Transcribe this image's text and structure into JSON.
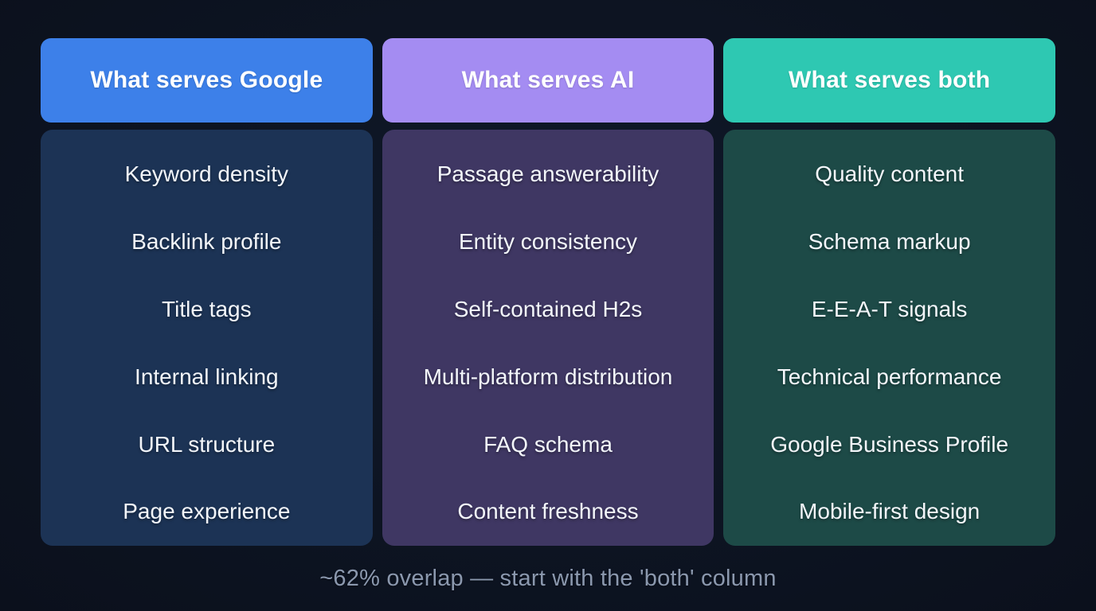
{
  "colors": {
    "background": "#0d1422",
    "header_text": "#ffffff",
    "item_text": "#f3f6fa",
    "footer_text": "#8b98ae"
  },
  "columns": [
    {
      "id": "google",
      "header": "What serves Google",
      "header_color": "#3d80e9",
      "body_color": "#1c3355",
      "items": [
        "Keyword density",
        "Backlink profile",
        "Title tags",
        "Internal linking",
        "URL structure",
        "Page experience"
      ]
    },
    {
      "id": "ai",
      "header": "What serves AI",
      "header_color": "#a48cf2",
      "body_color": "#3f3763",
      "items": [
        "Passage answerability",
        "Entity consistency",
        "Self-contained H2s",
        "Multi-platform distribution",
        "FAQ schema",
        "Content freshness"
      ]
    },
    {
      "id": "both",
      "header": "What serves both",
      "header_color": "#2ec8b2",
      "body_color": "#1d4a47",
      "items": [
        "Quality content",
        "Schema markup",
        "E-E-A-T signals",
        "Technical performance",
        "Google Business Profile",
        "Mobile-first design"
      ]
    }
  ],
  "footer": {
    "note": "~62% overlap — start with the 'both' column"
  }
}
